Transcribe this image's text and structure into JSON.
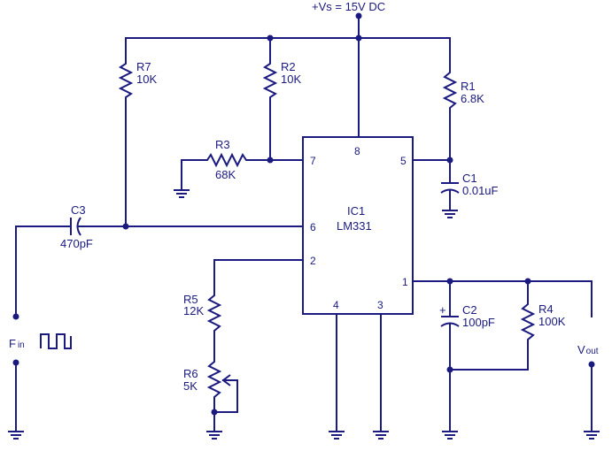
{
  "supply_label": "+Vs = 15V DC",
  "ic": {
    "designator": "IC1",
    "part": "LM331",
    "pins": {
      "p1": "1",
      "p2": "2",
      "p3": "3",
      "p4": "4",
      "p5": "5",
      "p6": "6",
      "p7": "7",
      "p8": "8"
    }
  },
  "resistors": {
    "r1": {
      "name": "R1",
      "value": "6.8K"
    },
    "r2": {
      "name": "R2",
      "value": "10K"
    },
    "r3": {
      "name": "R3",
      "value": "68K"
    },
    "r4": {
      "name": "R4",
      "value": "100K"
    },
    "r5": {
      "name": "R5",
      "value": "12K"
    },
    "r6": {
      "name": "R6",
      "value": "5K"
    },
    "r7": {
      "name": "R7",
      "value": "10K"
    }
  },
  "capacitors": {
    "c1": {
      "name": "C1",
      "value": "0.01uF"
    },
    "c2": {
      "name": "C2",
      "value": "100pF",
      "polarity": "+"
    },
    "c3": {
      "name": "C3",
      "value": "470pF"
    }
  },
  "input": {
    "label_main": "F",
    "label_sub": "in"
  },
  "output": {
    "label_main": "V",
    "label_sub": "out"
  },
  "colors": {
    "ink": "#1a1a80"
  }
}
